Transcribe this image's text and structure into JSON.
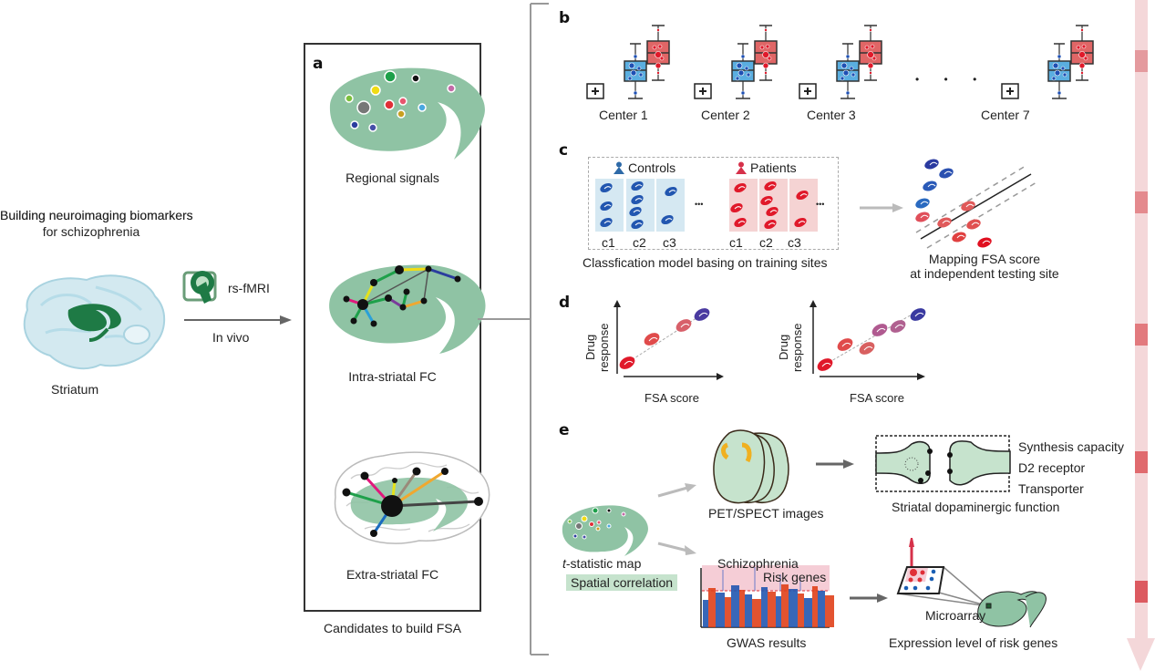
{
  "figure": {
    "left": {
      "title_line1": "Building neuroimaging biomarkers",
      "title_line2": "for schizophrenia",
      "brain_label": "Striatum",
      "scanner_label": "rs-fMRI",
      "arrow_label": "In vivo"
    },
    "panel_a": {
      "letter": "a",
      "items": [
        {
          "label": "Regional signals"
        },
        {
          "label": "Intra-striatal FC"
        },
        {
          "label": "Extra-striatal FC"
        }
      ],
      "caption": "Candidates to build FSA"
    },
    "panel_b": {
      "letter": "b",
      "centers": [
        {
          "label": "Center 1"
        },
        {
          "label": "Center 2"
        },
        {
          "label": "Center 3"
        },
        {
          "label": "Center 7"
        }
      ],
      "ellipsis": "• • •",
      "colors": {
        "controls": "#5aaee0",
        "patients": "#e06666"
      }
    },
    "panel_c": {
      "letter": "c",
      "controls_label": "Controls",
      "patients_label": "Patients",
      "control_columns": [
        "c1",
        "c2",
        "c3"
      ],
      "patient_columns": [
        "c1",
        "c2",
        "c3"
      ],
      "ellipsis": "•••",
      "training_caption": "Classfication model basing on training sites",
      "testing_caption_line1": "Mapping FSA score",
      "testing_caption_line2": "at independent testing site"
    },
    "panel_d": {
      "letter": "d",
      "plots": [
        {
          "ylabel_line1": "Drug",
          "ylabel_line2": "response",
          "xlabel": "FSA score"
        },
        {
          "ylabel_line1": "Drug",
          "ylabel_line2": "response",
          "xlabel": "FSA score"
        }
      ]
    },
    "panel_e": {
      "letter": "e",
      "tmap_label_prefix": "t",
      "tmap_label_rest": "-statistic map",
      "spatial_label": "Spatial correlation",
      "pet_label": "PET/SPECT images",
      "synapse_items": [
        "Synthesis capacity",
        "D2 receptor",
        "Transporter"
      ],
      "synapse_caption": "Striatal dopaminergic function",
      "gwas_title": "Schizophrenia",
      "gwas_subtitle": "Risk genes",
      "gwas_caption": "GWAS results",
      "microarray_label": "Microarray",
      "expression_caption": "Expression level of risk genes"
    }
  }
}
